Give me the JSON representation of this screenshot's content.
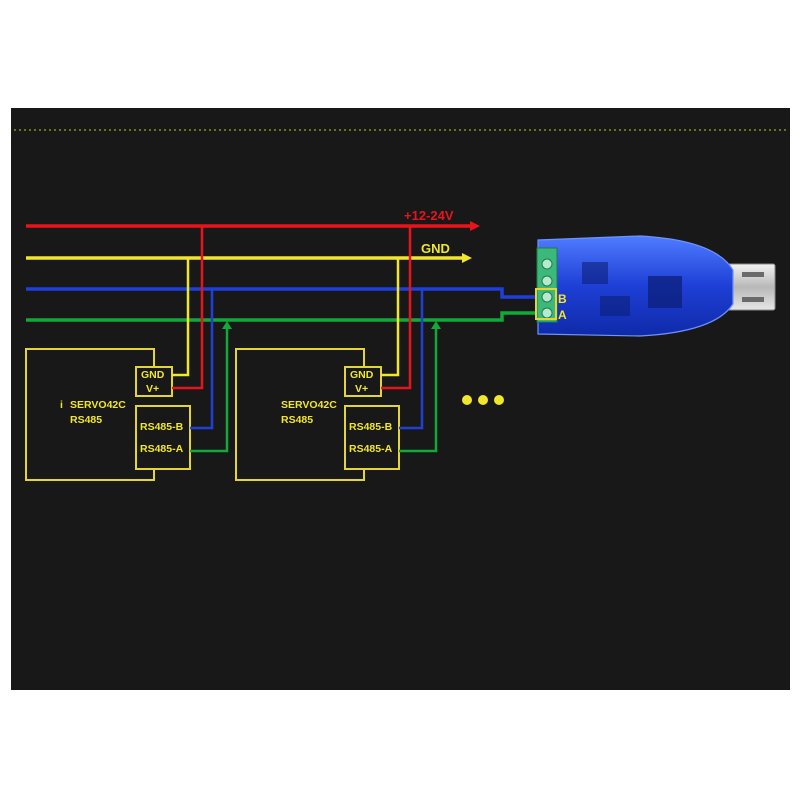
{
  "colors": {
    "background": "#181818",
    "power_line": "#e8141c",
    "gnd_line": "#f0e62a",
    "b_line": "#1f3fd8",
    "a_line": "#12a83a",
    "box_outline": "#e2d534",
    "label_text": "#f0e62a",
    "dotted_rule": "#9ea82a",
    "converter_body": "#1e3fd6",
    "usb_plug": "#d8d8d8",
    "terminal_block": "#3bb87a"
  },
  "rails": {
    "power_label": "+12-24V",
    "gnd_label": "GND"
  },
  "converter": {
    "pin_b": "B",
    "pin_a": "A"
  },
  "devices": [
    {
      "name_line1": "SERVO42C",
      "name_line1_prefix": "i",
      "name_line2": "RS485",
      "pin_gnd": "GND",
      "pin_vplus": "V+",
      "pin_b": "RS485-B",
      "pin_a": "RS485-A"
    },
    {
      "name_line1": "SERVO42C",
      "name_line1_prefix": "",
      "name_line2": "RS485",
      "pin_gnd": "GND",
      "pin_vplus": "V+",
      "pin_b": "RS485-B",
      "pin_a": "RS485-A"
    }
  ],
  "continuation": {
    "icon": "ellipsis-dots-icon"
  }
}
